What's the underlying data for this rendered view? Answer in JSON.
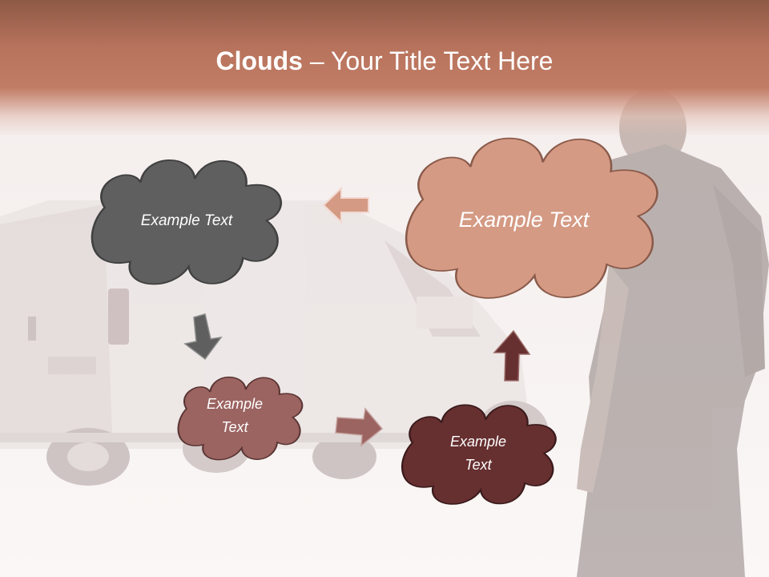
{
  "slide": {
    "title_bold": "Clouds",
    "title_rest": " – Your Title Text Here"
  },
  "clouds": [
    {
      "id": "dark-gray",
      "text": "Example Text",
      "color": "#5f5f5f"
    },
    {
      "id": "salmon",
      "text": "Example Text",
      "color": "#d49a84"
    },
    {
      "id": "rose",
      "text_line1": "Example",
      "text_line2": "Text",
      "color": "#9b6461"
    },
    {
      "id": "maroon",
      "text_line1": "Example",
      "text_line2": "Text",
      "color": "#662f30"
    }
  ],
  "arrows": [
    {
      "id": "left",
      "color": "#d49a84"
    },
    {
      "id": "down",
      "color": "#5f5f5f"
    },
    {
      "id": "right",
      "color": "#9b6461"
    },
    {
      "id": "up",
      "color": "#662f30"
    }
  ],
  "colors": {
    "title_bar": "#b8735d",
    "background": "#f7f3f2",
    "cloud_outline": "#4a4a4a"
  }
}
